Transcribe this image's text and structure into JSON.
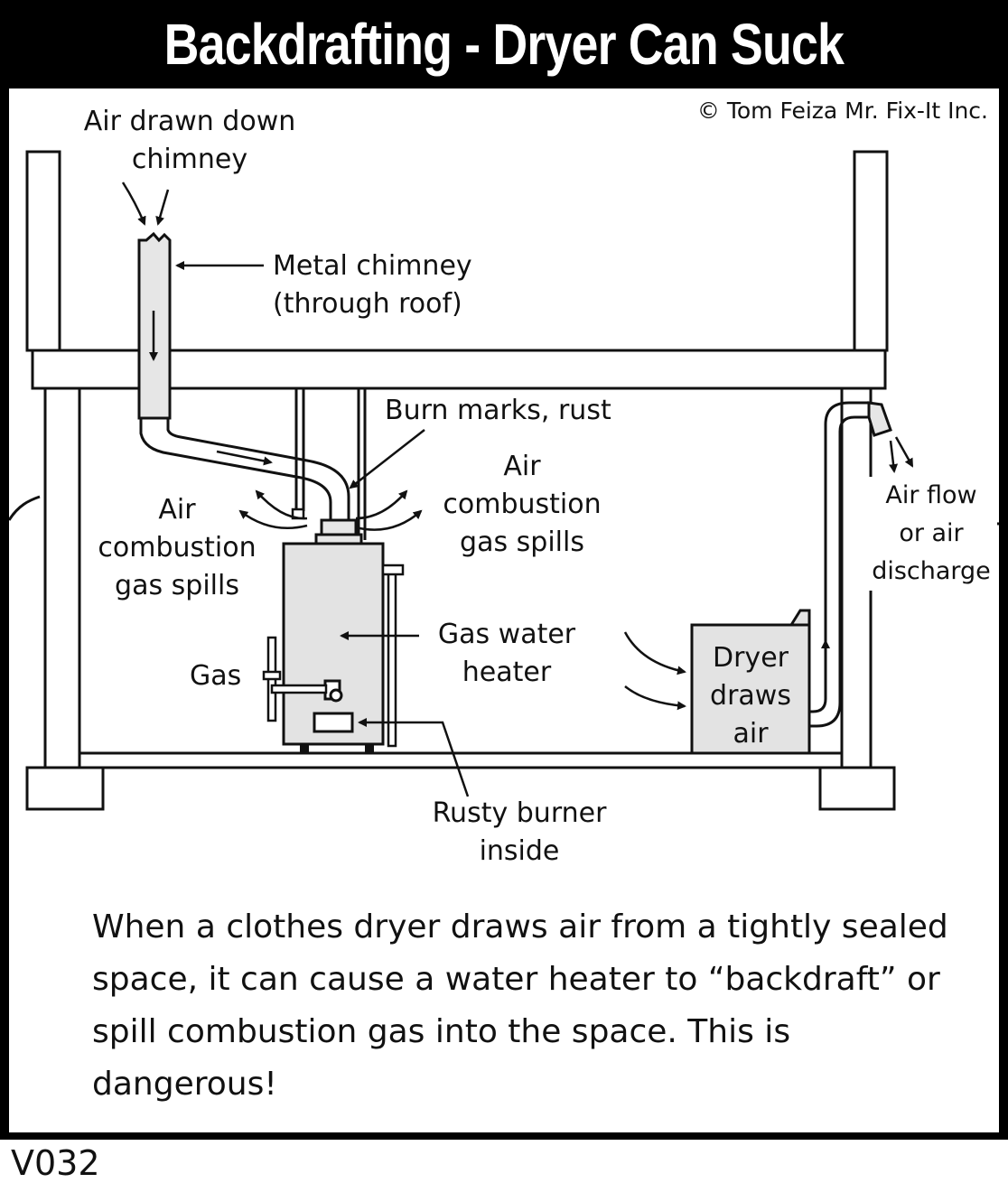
{
  "title": "Backdrafting - Dryer Can Suck",
  "copyright": "© Tom Feiza Mr. Fix-It Inc.",
  "labels": {
    "air_drawn_down": [
      "Air drawn down",
      "chimney"
    ],
    "metal_chimney": [
      "Metal chimney",
      "(through roof)"
    ],
    "burn_marks": [
      "Burn marks, rust"
    ],
    "spills_left": [
      "Air",
      "combustion",
      "gas spills"
    ],
    "spills_right": [
      "Air",
      "combustion",
      "gas spills"
    ],
    "gas": [
      "Gas"
    ],
    "gas_water_heater": [
      "Gas water",
      "heater"
    ],
    "dryer": [
      "Dryer",
      "draws",
      "air"
    ],
    "air_flow": [
      "Air flow",
      "or air",
      "discharge"
    ],
    "rusty_burner": [
      "Rusty burner",
      "inside"
    ]
  },
  "caption": "When a clothes dryer draws air from a tightly sealed space, it can cause a water heater to “backdraft” or spill combustion gas into the space. This is dangerous!",
  "code": "V032"
}
